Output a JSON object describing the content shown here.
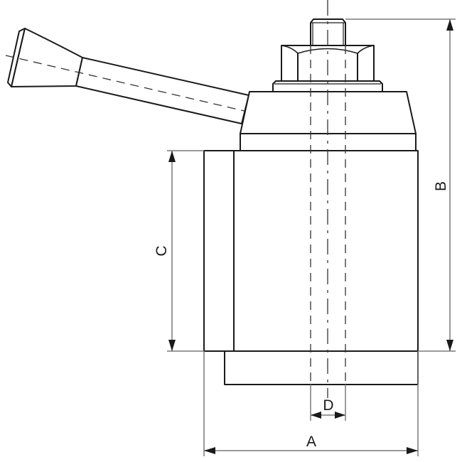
{
  "drawing": {
    "subject": "Quick change tool post with clamping lever",
    "colors": {
      "outline": "#1a1a1a",
      "dimension": "#7a7a7a",
      "background": "#ffffff"
    }
  },
  "dimensions": {
    "A": {
      "label": "A",
      "orientation": "horizontal",
      "meaning": "overall width of tool post body"
    },
    "B": {
      "label": "B",
      "orientation": "vertical",
      "meaning": "height from body bottom to top of stud"
    },
    "C": {
      "label": "C",
      "orientation": "vertical",
      "meaning": "height of main block"
    },
    "D": {
      "label": "D",
      "orientation": "horizontal",
      "meaning": "bore / stud diameter"
    }
  },
  "parts": [
    "lever handle",
    "lever knob",
    "threaded stud",
    "hex nut",
    "washer",
    "clamping cap",
    "main block",
    "dovetail base"
  ]
}
